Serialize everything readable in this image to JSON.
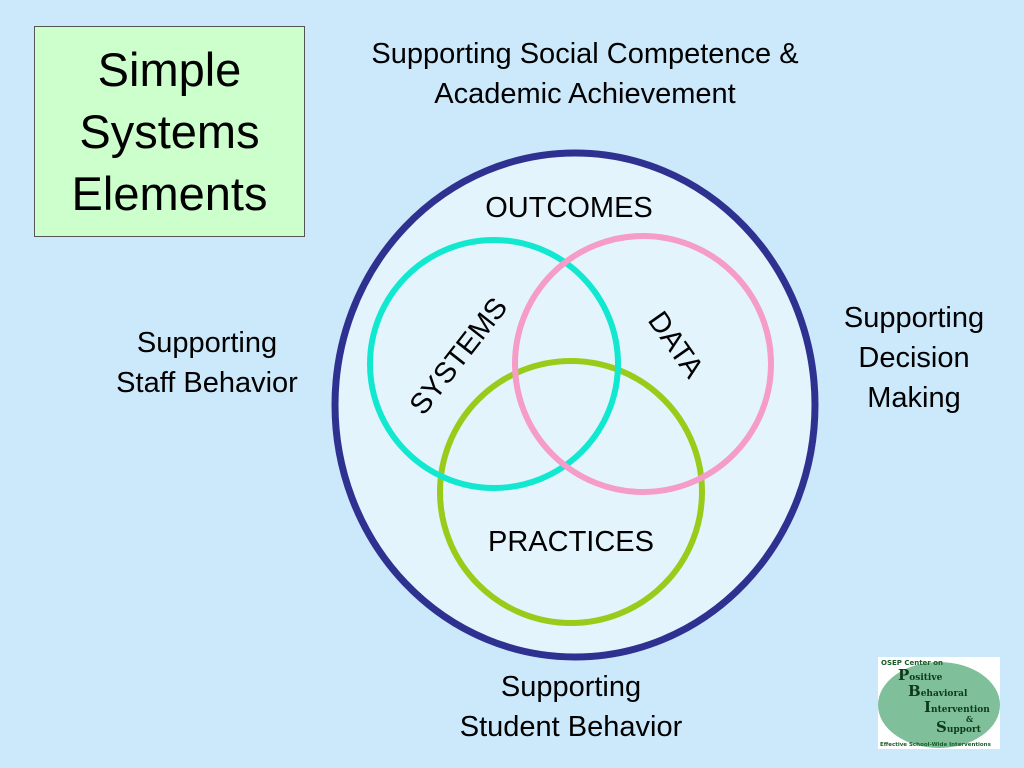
{
  "title": {
    "line1": "Simple",
    "line2": "Systems",
    "line3": "Elements"
  },
  "labels": {
    "top_line1": "Supporting Social Competence &",
    "top_line2": "Academic Achievement",
    "left_line1": "Supporting",
    "left_line2": "Staff Behavior",
    "right_line1": "Supporting",
    "right_line2": "Decision",
    "right_line3": "Making",
    "bottom_line1": "Supporting",
    "bottom_line2": "Student Behavior"
  },
  "diagram": {
    "outer_label": "OUTCOMES",
    "systems_label": "SYSTEMS",
    "data_label": "DATA",
    "practices_label": "PRACTICES",
    "colors": {
      "outer_stroke": "#2e3190",
      "outer_fill": "#e3f4fd",
      "systems": "#12e8d0",
      "data": "#f59cc8",
      "practices": "#99cc1a"
    }
  },
  "logo": {
    "header": "OSEP Center on",
    "p_letter": "P",
    "p_rest": "ositive",
    "b_letter": "B",
    "b_rest": "ehavioral",
    "i_letter": "I",
    "i_rest": "ntervention",
    "amp": "&",
    "s_letter": "S",
    "s_rest": "upport",
    "footer": "Effective School-Wide Interventions",
    "colors": {
      "disc": "#7fbf9a",
      "text": "#0d3a18"
    }
  }
}
